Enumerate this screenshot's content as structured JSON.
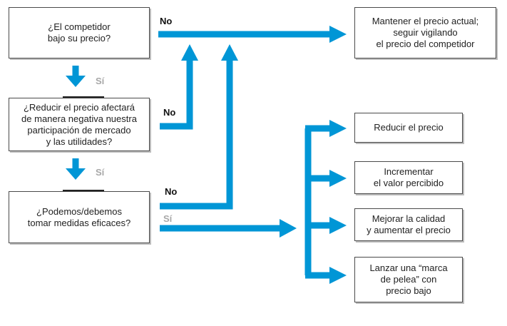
{
  "colors": {
    "arrow": "#0096D6",
    "border": "#4a4a4a",
    "si_label": "#a8a8a8"
  },
  "decisions": [
    {
      "text": "¿El competidor\nbajo su precio?"
    },
    {
      "text": "¿Reducir el precio afectará\nde manera negativa nuestra\nparticipación de mercado\ny las utilidades?"
    },
    {
      "text": "¿Podemos/debemos\ntomar medidas eficaces?"
    }
  ],
  "outcomes": [
    {
      "text": "Mantener el precio actual;\nseguir vigilando\nel precio del competidor"
    },
    {
      "text": "Reducir el precio"
    },
    {
      "text": "Incrementar\nel valor percibido"
    },
    {
      "text": "Mejorar la calidad\ny aumentar el precio"
    },
    {
      "text": "Lanzar una “marca\nde pelea” con\nprecio bajo"
    }
  ],
  "labels": {
    "no": "No",
    "si": "Sí"
  }
}
